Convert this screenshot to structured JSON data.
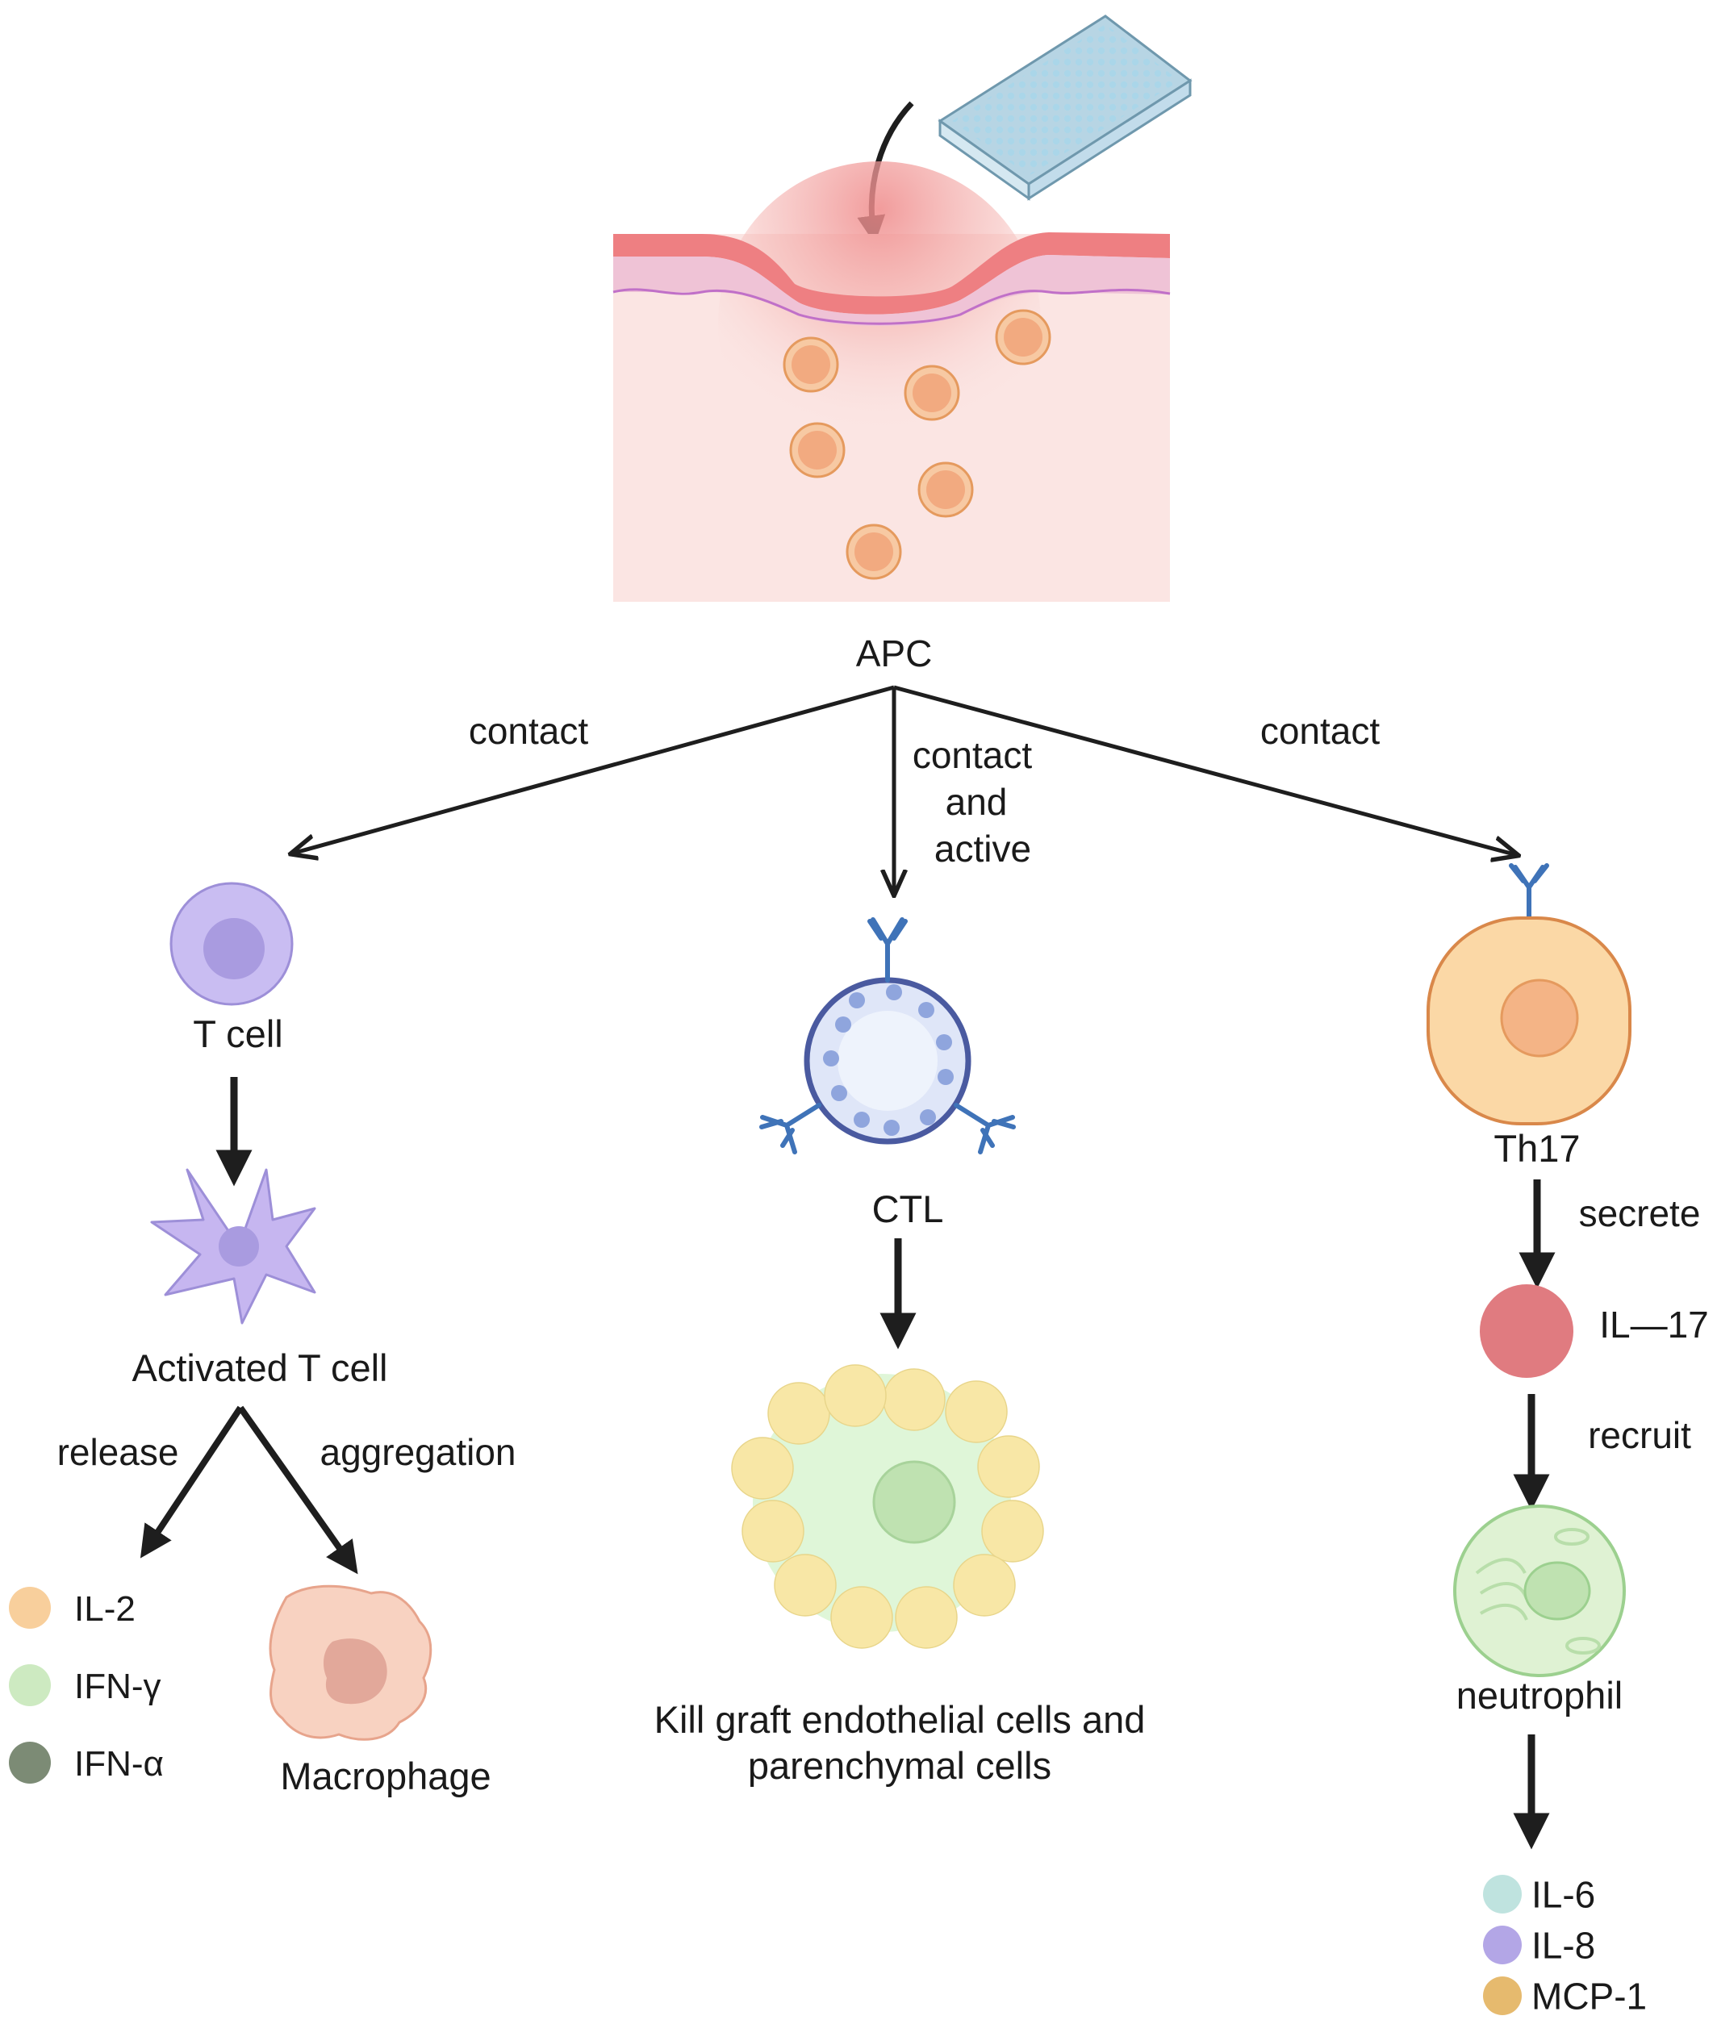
{
  "labels": {
    "apc": "APC",
    "contact_left": "contact",
    "contact_right": "contact",
    "contact_mid_1": "contact",
    "contact_mid_2": "and",
    "contact_mid_3": "active",
    "t_cell": "T cell",
    "activated_t_cell": "Activated T cell",
    "release": "release",
    "aggregation": "aggregation",
    "macrophage": "Macrophage",
    "ctl": "CTL",
    "kill_line_1": "Kill graft endothelial cells and",
    "kill_line_2": "parenchymal cells",
    "th17": "Th17",
    "secrete": "secrete",
    "il17": "IL—17",
    "recruit": "recruit",
    "neutrophil": "neutrophil"
  },
  "legend_left": [
    {
      "label": "IL-2",
      "color": "#f8cf9c"
    },
    {
      "label": "IFN-γ",
      "color": "#cdeac1"
    },
    {
      "label": "IFN-α",
      "color": "#7c8b75"
    }
  ],
  "legend_right": [
    {
      "label": "IL-6",
      "color": "#bfe3df"
    },
    {
      "label": "IL-8",
      "color": "#b3a6e6"
    },
    {
      "label": "MCP-1",
      "color": "#e6ba6e"
    }
  ],
  "colors": {
    "arrow": "#1e1e1e",
    "tissue": "#fbe5e3",
    "wound_red": "#ef7b7b",
    "epidermis": "#efc3d6",
    "apc_cell": "#f4ae80",
    "t_cell": "#c9bdf2",
    "activated_t_cell": "#c6b6f0",
    "ctl_ring": "#4a5aa0",
    "ctl_fill": "#dfe6f8",
    "receptor": "#3f73b8",
    "th17_fill": "#fbd8a6",
    "th17_edge": "#d9884a",
    "il17": "#e07b80",
    "neutrophil": "#dff2d3",
    "target_beads": "#f8e7a6",
    "target_core": "#bfe2b1",
    "macrophage": "#f6c9b4"
  },
  "icons": {
    "well_plate": "well-plate-icon",
    "tissue": "skin-wound-icon",
    "t_cell": "t-cell-icon",
    "activated_t_cell": "activated-t-cell-icon",
    "macrophage": "macrophage-icon",
    "ctl": "ctl-cell-icon",
    "target_cell": "graft-cell-icon",
    "th17": "th17-cell-icon",
    "il17": "il17-icon",
    "neutrophil": "neutrophil-icon"
  }
}
